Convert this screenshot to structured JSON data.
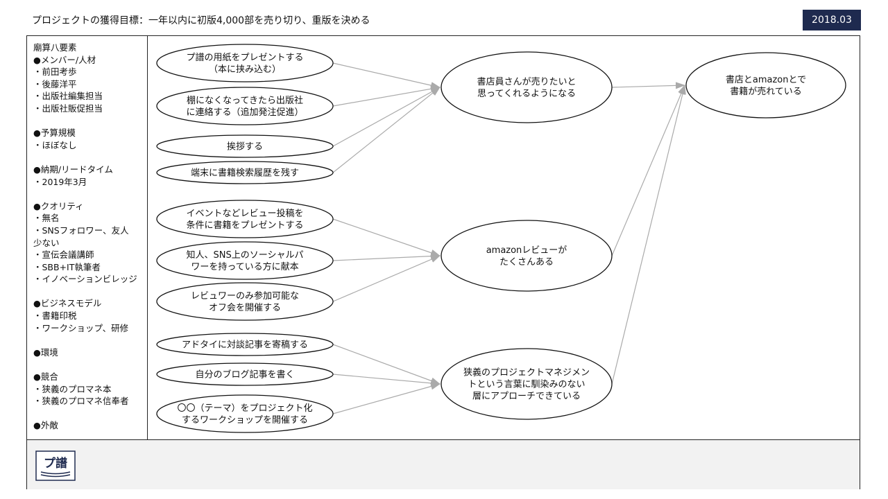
{
  "header": {
    "title": "プロジェクトの獲得目標：一年以内に初版4,000部を売り切り、重版を決める",
    "date": "2018.03"
  },
  "sidebar": {
    "lines": [
      "廟算八要素",
      "●メンバー/人材",
      "・前田考歩",
      "・後藤洋平",
      "・出版社編集担当",
      "・出版社販促担当",
      "",
      "●予算規模",
      "・ほぼなし",
      "",
      "●納期/リードタイム",
      "・2019年3月",
      "",
      "●クオリティ",
      "・無名",
      "・SNSフォロワー、友人",
      "少ない",
      "・宣伝会議講師",
      "・SBB+IT執筆者",
      "・イノベーションビレッジ",
      "",
      "●ビジネスモデル",
      "・書籍印税",
      "・ワークショップ、研修",
      "",
      "●環境",
      "",
      "●競合",
      "・狭義のプロマネ本",
      "・狭義のプロマネ信奉者",
      "",
      "●外敵"
    ]
  },
  "nodes": {
    "n1": [
      "プ譜の用紙をプレゼントする",
      "（本に挟み込む）"
    ],
    "n2": [
      "棚になくなってきたら出版社",
      "に連絡する（追加発注促進）"
    ],
    "n3": [
      "挨拶する"
    ],
    "n4": [
      "端末に書籍検索履歴を残す"
    ],
    "n5": [
      "イベントなどレビュー投稿を",
      "条件に書籍をプレゼントする"
    ],
    "n6": [
      "知人、SNS上のソーシャルパ",
      "ワーを持っている方に献本"
    ],
    "n7": [
      "レビュワーのみ参加可能な",
      "オフ会を開催する"
    ],
    "n8": [
      "アドタイに対談記事を寄稿する"
    ],
    "n9": [
      "自分のブログ記事を書く"
    ],
    "n10": [
      "〇〇（テーマ）をプロジェクト化",
      "するワークショップを開催する"
    ],
    "g1": [
      "書店員さんが売りたいと",
      "思ってくれるようになる"
    ],
    "g2": [
      "amazonレビューが",
      "たくさんある"
    ],
    "g3": [
      "狭義のプロジェクトマネジメン",
      "トという言葉に馴染みのない",
      "層にアプローチできている"
    ],
    "goal": [
      "書店とamazonとで",
      "書籍が売れている"
    ]
  },
  "edges": [
    [
      "n1",
      "g1"
    ],
    [
      "n2",
      "g1"
    ],
    [
      "n3",
      "g1"
    ],
    [
      "n4",
      "g1"
    ],
    [
      "n5",
      "g2"
    ],
    [
      "n6",
      "g2"
    ],
    [
      "n7",
      "g2"
    ],
    [
      "n8",
      "g3"
    ],
    [
      "n9",
      "g3"
    ],
    [
      "n10",
      "g3"
    ],
    [
      "g1",
      "goal"
    ],
    [
      "g2",
      "goal"
    ],
    [
      "g3",
      "goal"
    ]
  ],
  "logo": {
    "text": "プ譜",
    "icon": "puhu-book-logo-icon",
    "color": "#1e2a4f"
  },
  "colors": {
    "accent": "#1e2a4f",
    "arrow": "#aaaaaa"
  }
}
